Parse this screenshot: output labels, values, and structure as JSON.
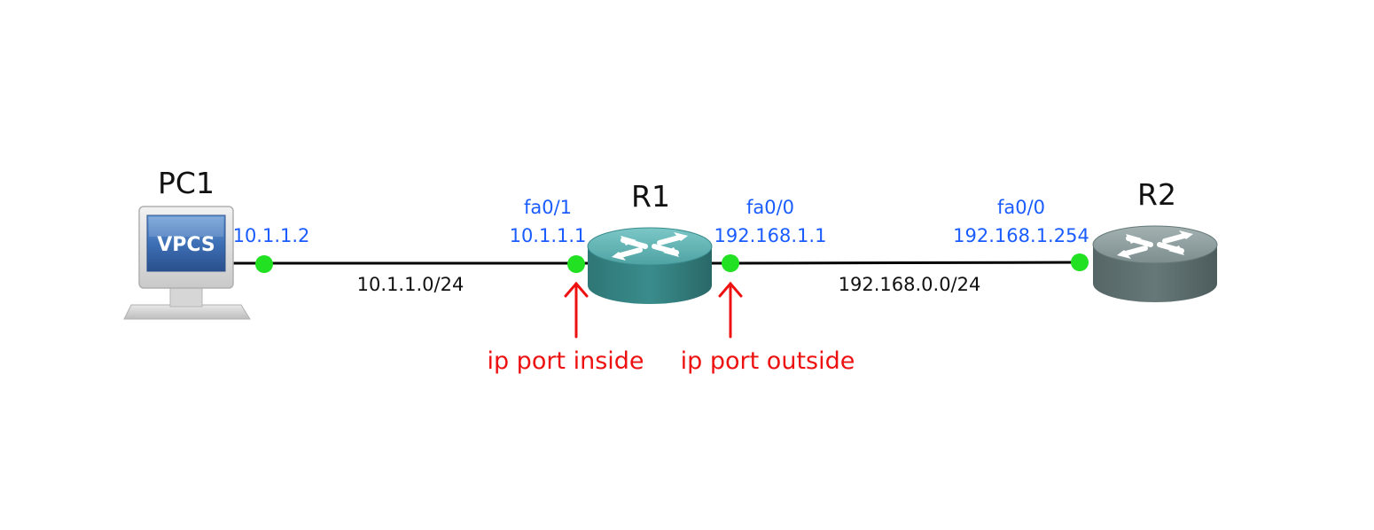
{
  "nodes": {
    "pc1": {
      "name": "PC1",
      "screen_text": "VPCS",
      "ip": "10.1.1.2"
    },
    "r1": {
      "name": "R1",
      "left_iface": {
        "name": "fa0/1",
        "ip": "10.1.1.1"
      },
      "right_iface": {
        "name": "fa0/0",
        "ip": "192.168.1.1"
      }
    },
    "r2": {
      "name": "R2",
      "iface": {
        "name": "fa0/0",
        "ip": "192.168.1.254"
      }
    }
  },
  "links": {
    "lan": {
      "network": "10.1.1.0/24"
    },
    "wan": {
      "network": "192.168.0.0/24"
    }
  },
  "annotations": {
    "inside": "ip port inside",
    "outside": "ip port outside"
  },
  "colors": {
    "port_dot": "#22e022",
    "ip_label": "#1a5cff",
    "annotation": "#ee1111",
    "r1_body": "#3a8c8c",
    "r2_body": "#667878"
  }
}
